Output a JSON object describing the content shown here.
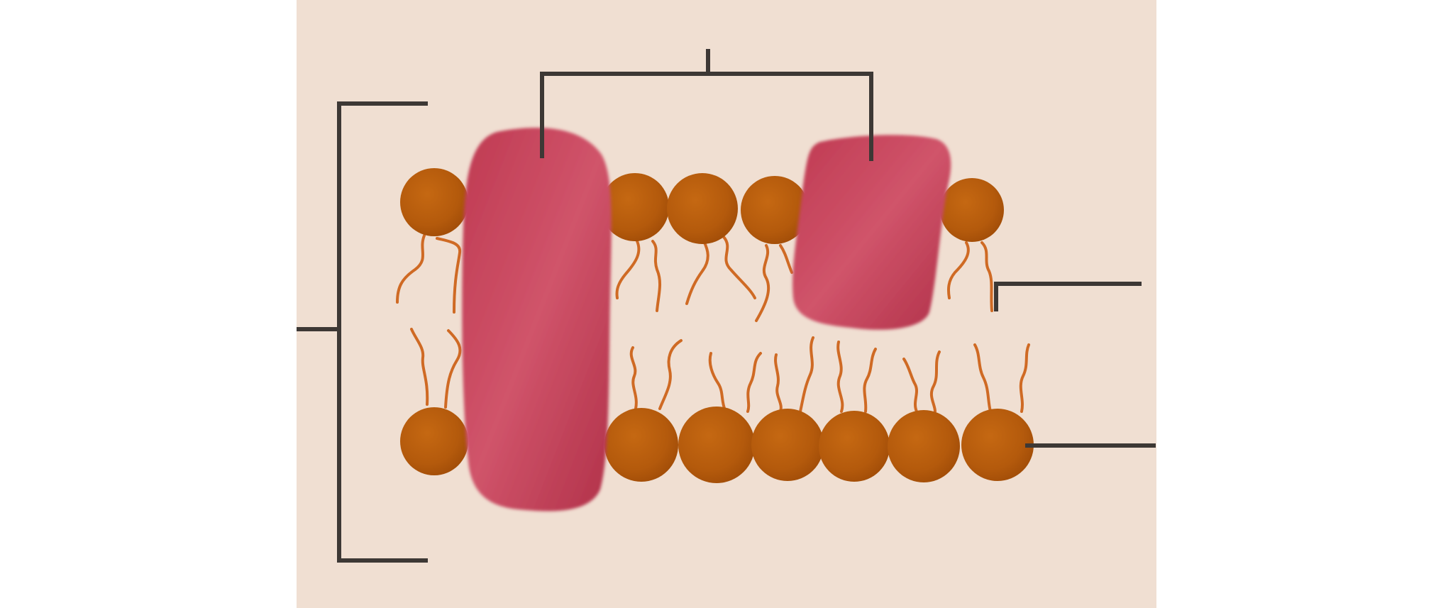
{
  "diagram": {
    "kind": "cell-membrane-lipid-bilayer",
    "labels": [],
    "colors": {
      "background": "#f0dfd2",
      "phospholipid_head": "#b85c10",
      "lipid_tail": "#cf6a24",
      "protein": "#c44058",
      "leader_line": "#3d3835"
    },
    "components": {
      "upper_heads": 7,
      "lower_heads": 8,
      "proteins": [
        "integral-protein",
        "peripheral-protein"
      ]
    }
  }
}
